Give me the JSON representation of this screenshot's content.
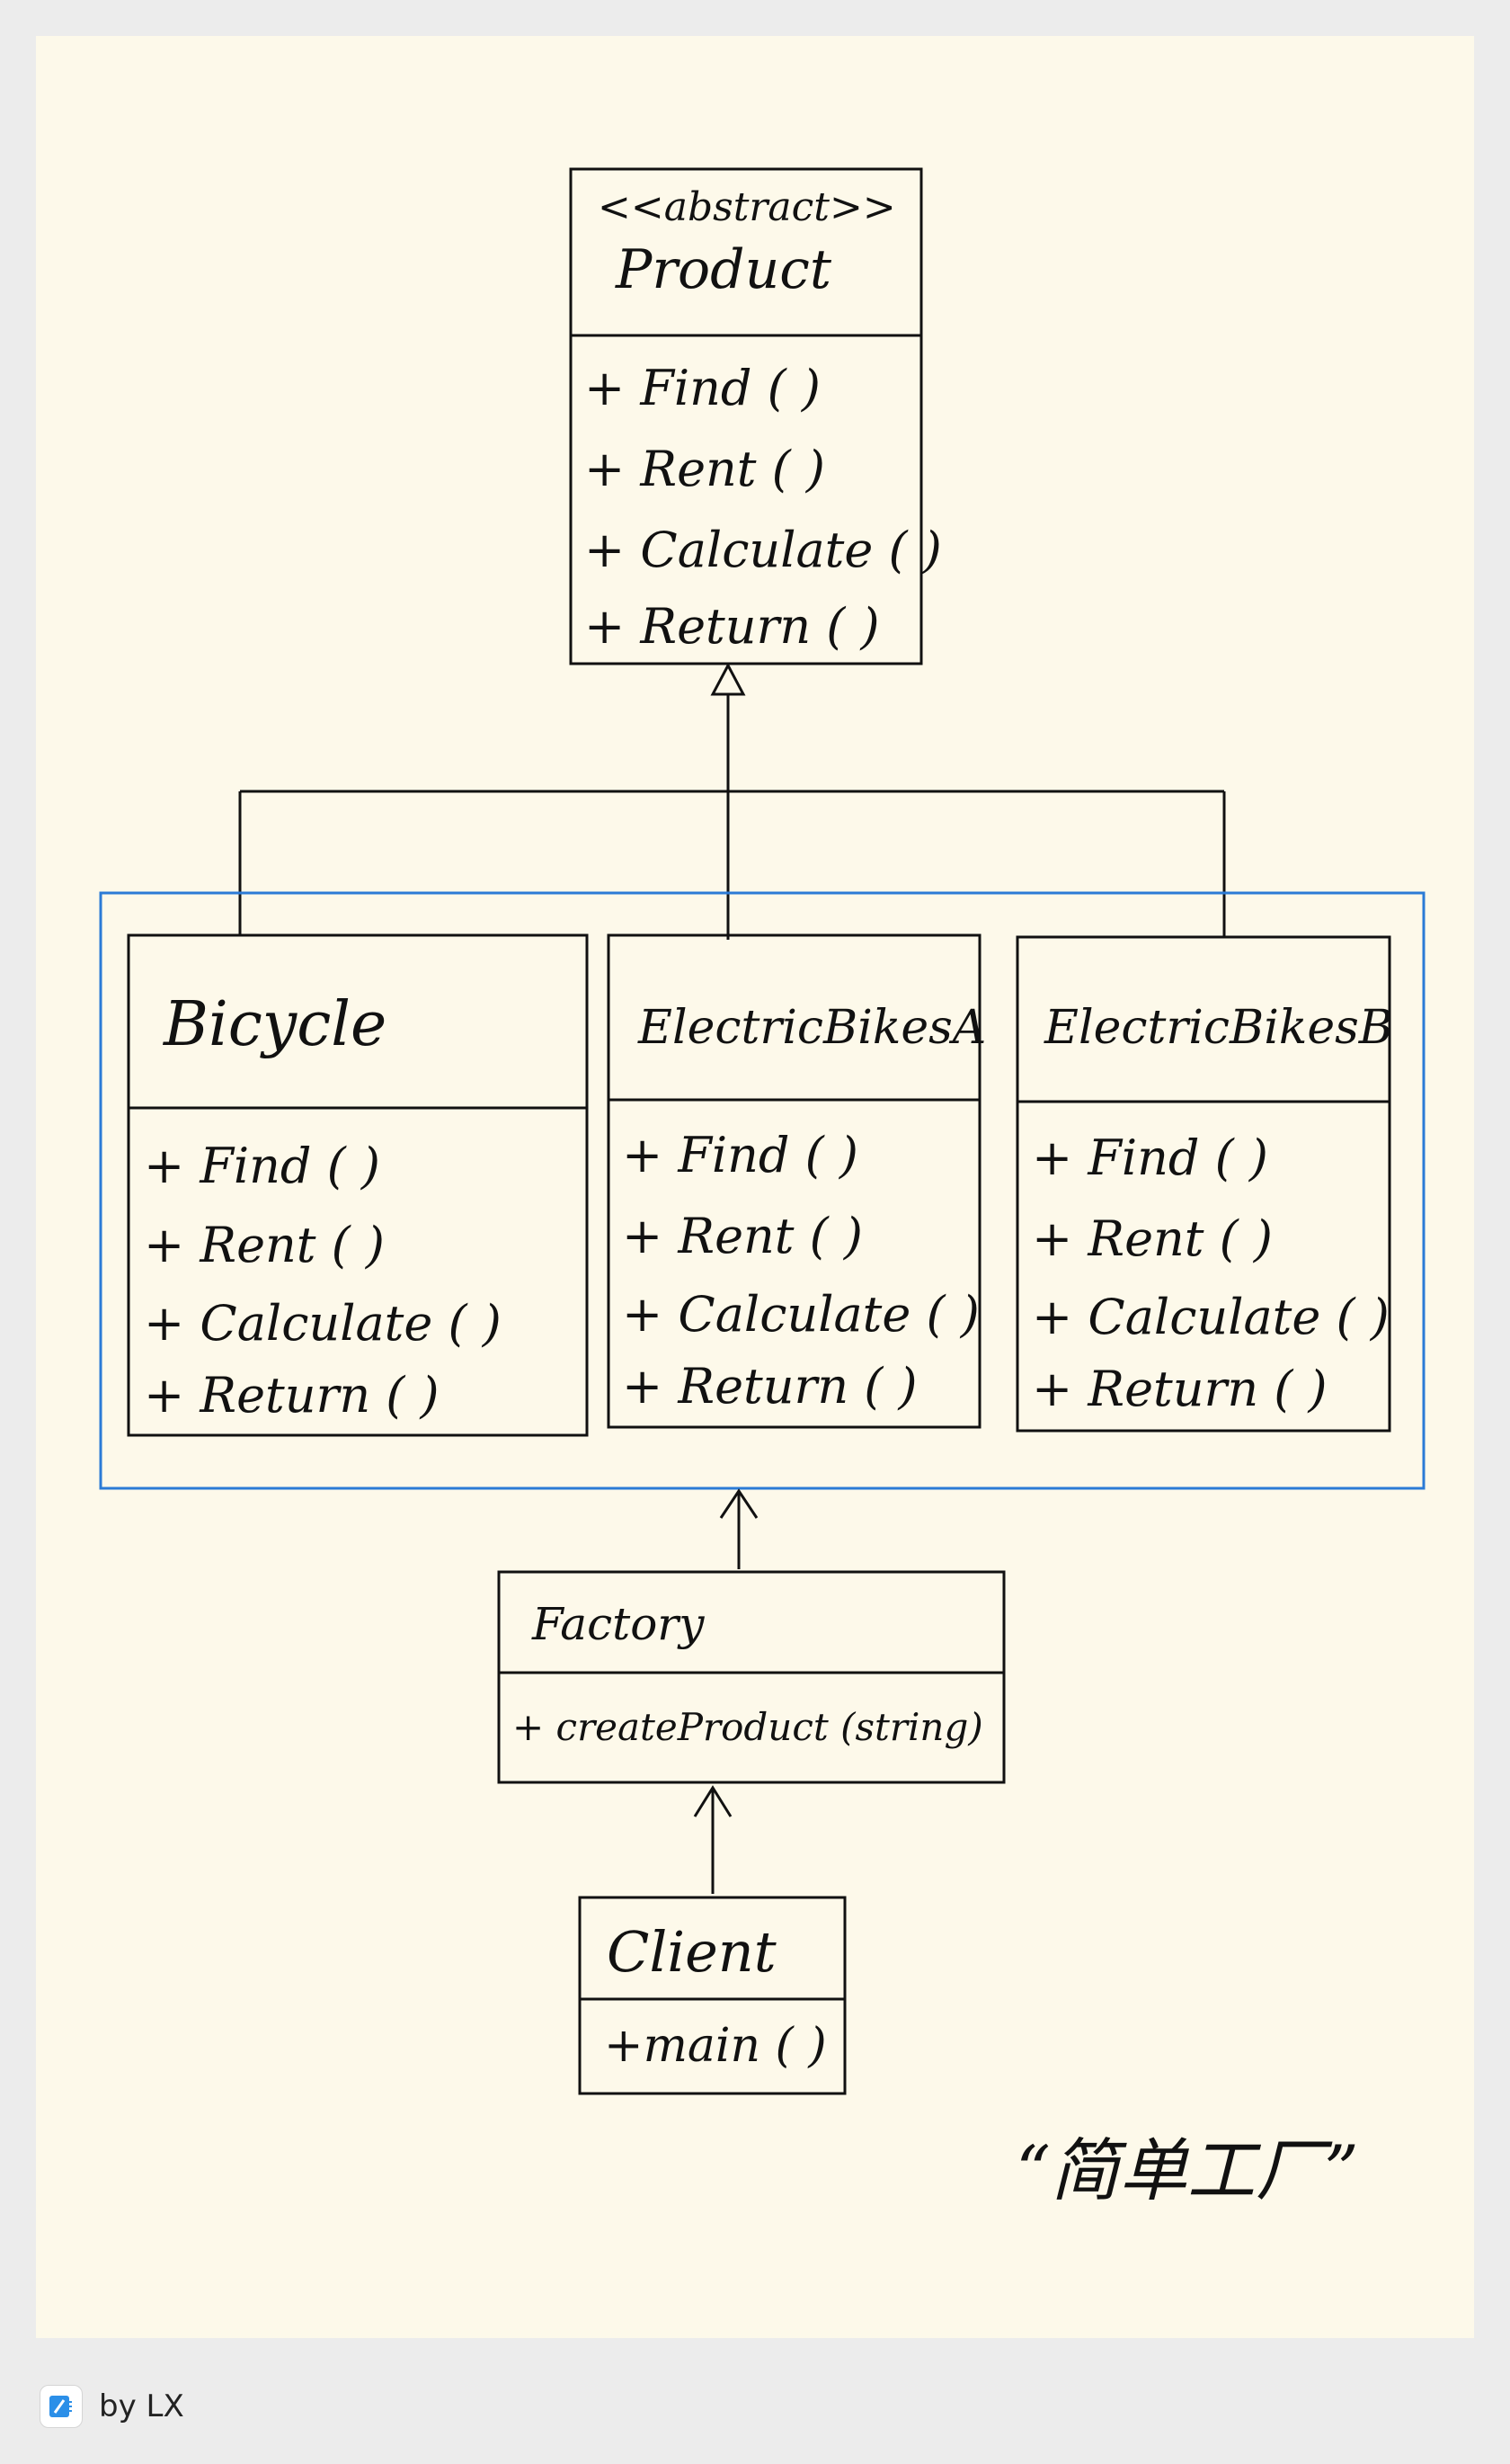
{
  "diagram": {
    "product": {
      "stereotype": "<<abstract>>",
      "name": "Product",
      "methods": [
        "+ Find ( )",
        "+ Rent ( )",
        "+ Calculate ( )",
        "+ Return ( )"
      ]
    },
    "bicycle": {
      "name": "Bicycle",
      "methods": [
        "+ Find ( )",
        "+ Rent ( )",
        "+ Calculate ( )",
        "+ Return ( )"
      ]
    },
    "bikes_a": {
      "name": "ElectricBikesA",
      "methods": [
        "+ Find ( )",
        "+ Rent ( )",
        "+ Calculate ( )",
        "+ Return ( )"
      ]
    },
    "bikes_b": {
      "name": "ElectricBikesB",
      "methods": [
        "+ Find ( )",
        "+ Rent ( )",
        "+ Calculate ( )",
        "+ Return ( )"
      ]
    },
    "factory": {
      "name": "Factory",
      "methods": [
        "+ createProduct (string)"
      ]
    },
    "client": {
      "name": "Client",
      "methods": [
        "+main ( )"
      ]
    },
    "caption": "“简单工厂”"
  },
  "footer": {
    "author_label": "by LX"
  },
  "colors": {
    "group_border": "#2b7bd6",
    "paper": "#fdf9ea",
    "background": "#ececec"
  }
}
